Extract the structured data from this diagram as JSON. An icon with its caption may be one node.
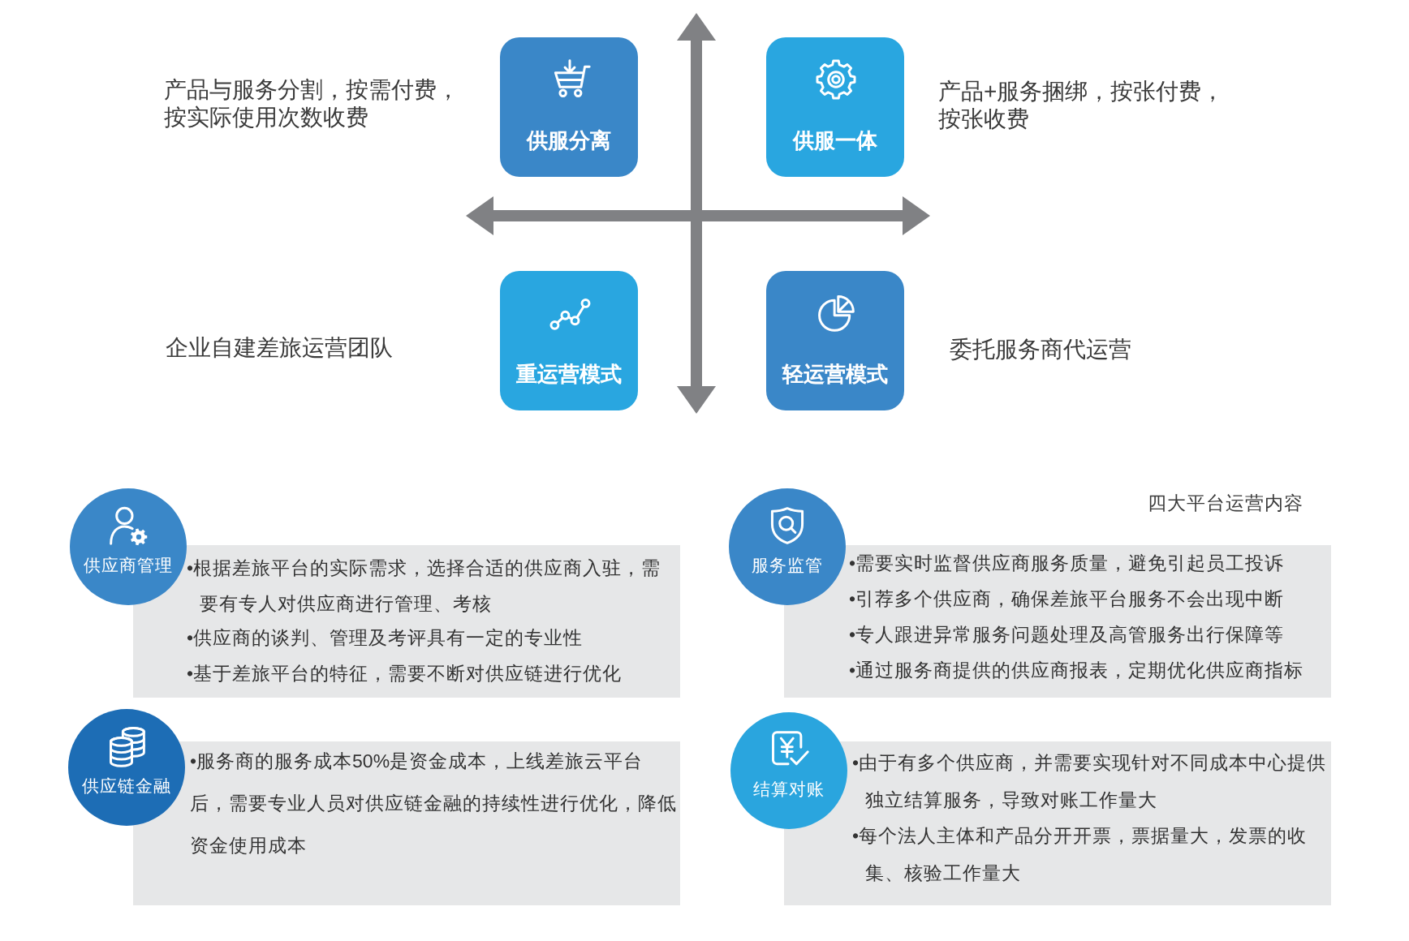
{
  "diagram": {
    "nodes": [
      {
        "text": [
          "供服分离"
        ],
        "beside": [
          "产品与服务分割，按需付费，按实际使用次数收费"
        ]
      },
      {
        "text": [
          "供服一体"
        ],
        "beside": [
          "产品+服务捆绑，按张付费，按张收费"
        ]
      },
      {
        "text": [
          "重运营模式"
        ]
      },
      {
        "text": [
          "轻运营模式"
        ],
        "beside": [
          "委托服务商代运营"
        ]
      },
      {
        "text": [
          "供应商管理"
        ]
      },
      {
        "text": [
          "•根据差旅平台的实际需求，选择合适的供应商入驻，需要有专人对供应商进行管理、考核",
          "•供应商的谈判、管理及考评具有一定的专业性",
          "•基于差旅平台的特征，需要不断对供应链进行优化"
        ]
      },
      {
        "text": [
          "服务监管"
        ]
      },
      {
        "text": [
          "•需要实时监督供应商服务质量，避免引起员工投诉",
          "•引荐多个供应商，确保差旅平台服务不会出现中断",
          "•专人跟进异常服务问题处理及高管服务出行保障等",
          "•通过服务商提供的供应商报表，定期优化供应商指标"
        ]
      },
      {
        "text": [
          "供应链金融"
        ]
      },
      {
        "text": [
          "•服务商的服务成本50%是资金成本，上线差旅云平台后，需要专业人员对供应链金融的持续性进行优化，降低资金使用成本"
        ]
      },
      {
        "text": [
          "结算对账"
        ]
      },
      {
        "text": [
          "•由于有多个供应商，并需要实现针对不同成本中心提供独立结算服务，导致对账工作量大",
          "•每个法人主体和产品分开开票，票据量大，发票的收集、核验工作量大"
        ]
      }
    ],
    "labels": [
      "企业自建差旅运营团队",
      "四大平台运营内容"
    ]
  }
}
